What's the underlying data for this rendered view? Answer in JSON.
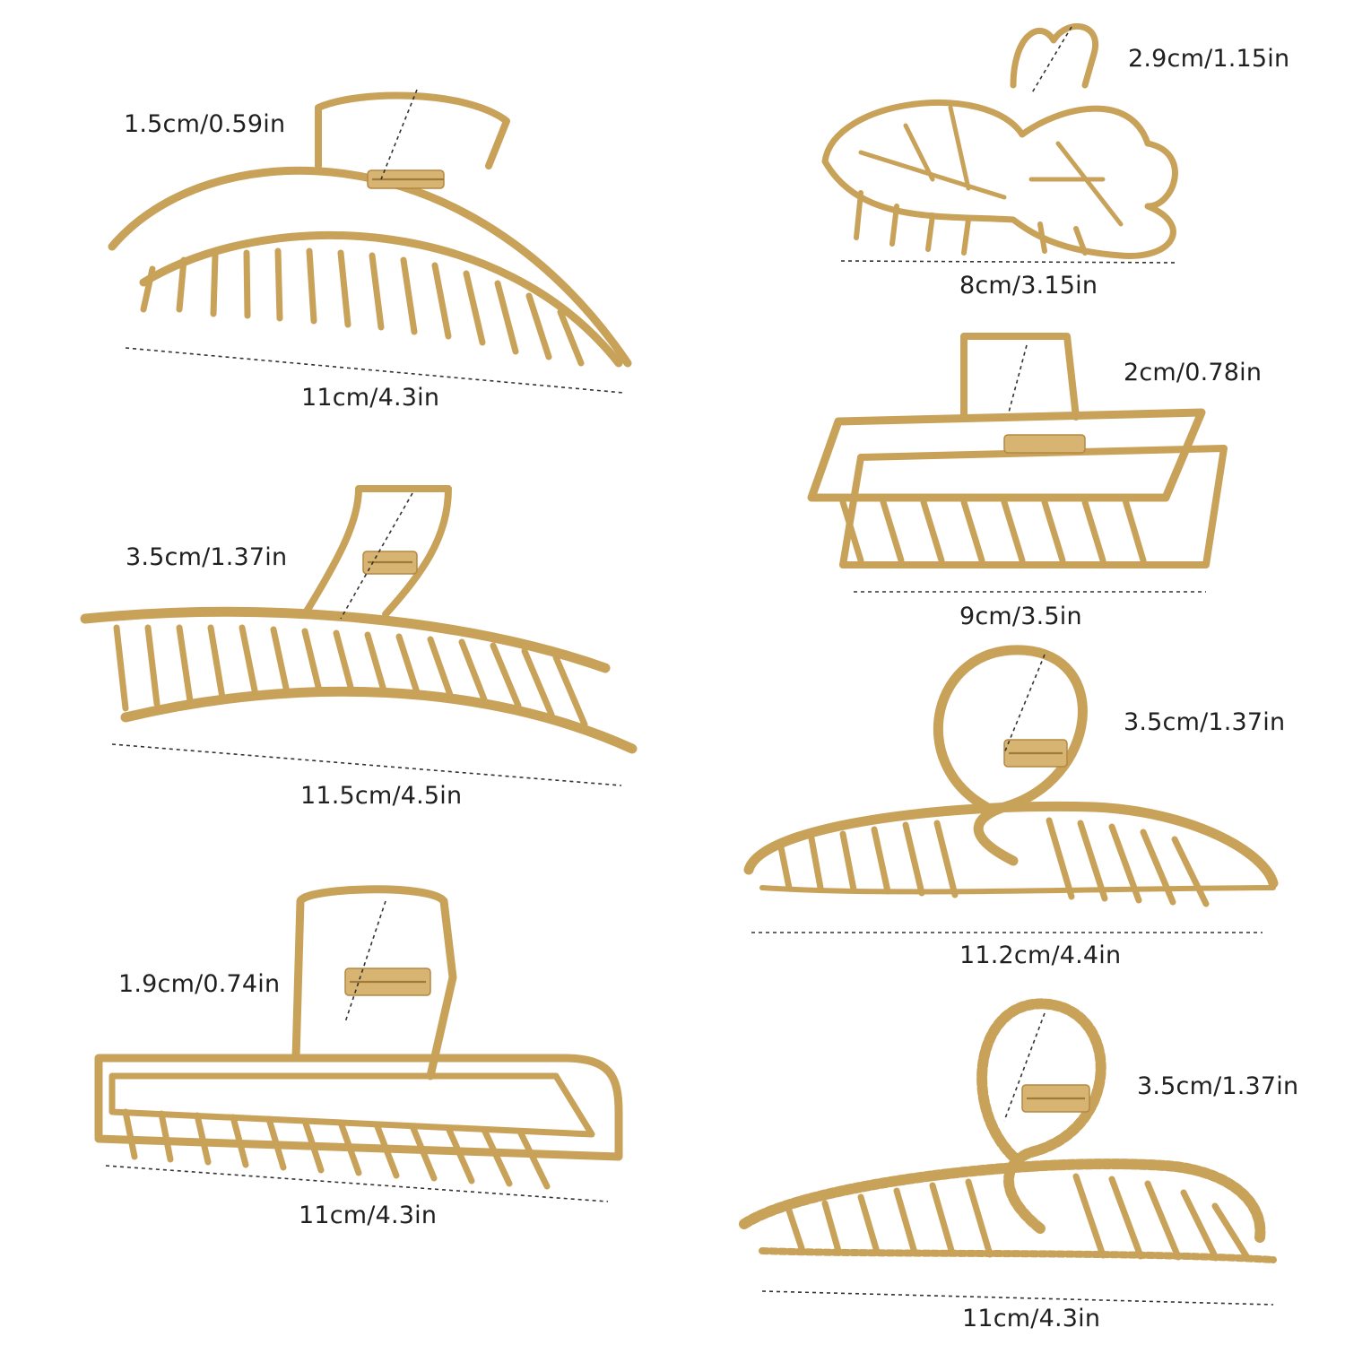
{
  "colors": {
    "metal": "#c9a25a",
    "metal_light": "#e8cd92",
    "metal_dark": "#9e7a3b",
    "text": "#1f1f1f",
    "background": "#ffffff"
  },
  "clips": [
    {
      "id": "large-arch",
      "height_label": "1.5cm/0.59in",
      "width_label": "11cm/4.3in"
    },
    {
      "id": "ladder-arc",
      "height_label": "3.5cm/1.37in",
      "width_label": "11.5cm/4.5in"
    },
    {
      "id": "rectangle-frame",
      "height_label": "1.9cm/0.74in",
      "width_label": "11cm/4.3in"
    },
    {
      "id": "butterfly",
      "height_label": "2.9cm/1.15in",
      "width_label": "8cm/3.15in"
    },
    {
      "id": "square-box",
      "height_label": "2cm/0.78in",
      "width_label": "9cm/3.5in"
    },
    {
      "id": "twist-loop",
      "height_label": "3.5cm/1.37in",
      "width_label": "11.2cm/4.4in"
    },
    {
      "id": "braided-loop",
      "height_label": "3.5cm/1.37in",
      "width_label": "11cm/4.3in"
    }
  ]
}
